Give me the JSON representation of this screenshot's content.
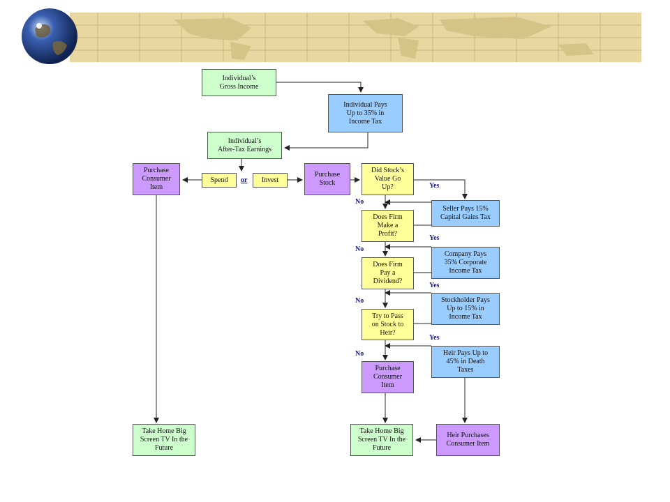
{
  "colors": {
    "green": "#ccffcc",
    "blue": "#99ccff",
    "purple": "#cc99ff",
    "yellow": "#ffff99",
    "banner": "#e8d7a0"
  },
  "boxes": {
    "gross_income": "Individual’s\nGross Income",
    "income_tax": "Individual Pays\nUp to 35% in\nIncome Tax",
    "after_tax": "Individual’s\nAfter-Tax Earnings",
    "purchase_left": "Purchase\nConsumer\nItem",
    "spend": "Spend",
    "invest": "Invest",
    "purchase_stock": "Purchase\nStock",
    "stock_value_up": "Did Stock’s\nValue Go\nUp?",
    "capital_gains": "Seller Pays 15%\nCapital Gains Tax",
    "firm_profit": "Does Firm\nMake a\nProfit?",
    "corporate_tax": "Company Pays\n35% Corporate\nIncome Tax",
    "firm_dividend": "Does Firm\nPay a\nDividend?",
    "stockholder_tax": "Stockholder Pays\nUp to 15% in\nIncome Tax",
    "pass_heir": "Try to Pass\non Stock to\nHeir?",
    "death_taxes": "Heir Pays Up to\n45% in Death\nTaxes",
    "purchase_mid": "Purchase\nConsumer\nItem",
    "tv_left": "Take Home Big\nScreen TV In the\nFuture",
    "tv_mid": "Take Home Big\nScreen TV In the\nFuture",
    "heir_purchase": "Heir Purchases\nConsumer Item"
  },
  "labels": {
    "or": "or",
    "yes1": "Yes",
    "no1": "No",
    "yes2": "Yes",
    "no2": "No",
    "yes3": "Yes",
    "no3": "No",
    "yes4": "Yes",
    "no4": "No"
  }
}
